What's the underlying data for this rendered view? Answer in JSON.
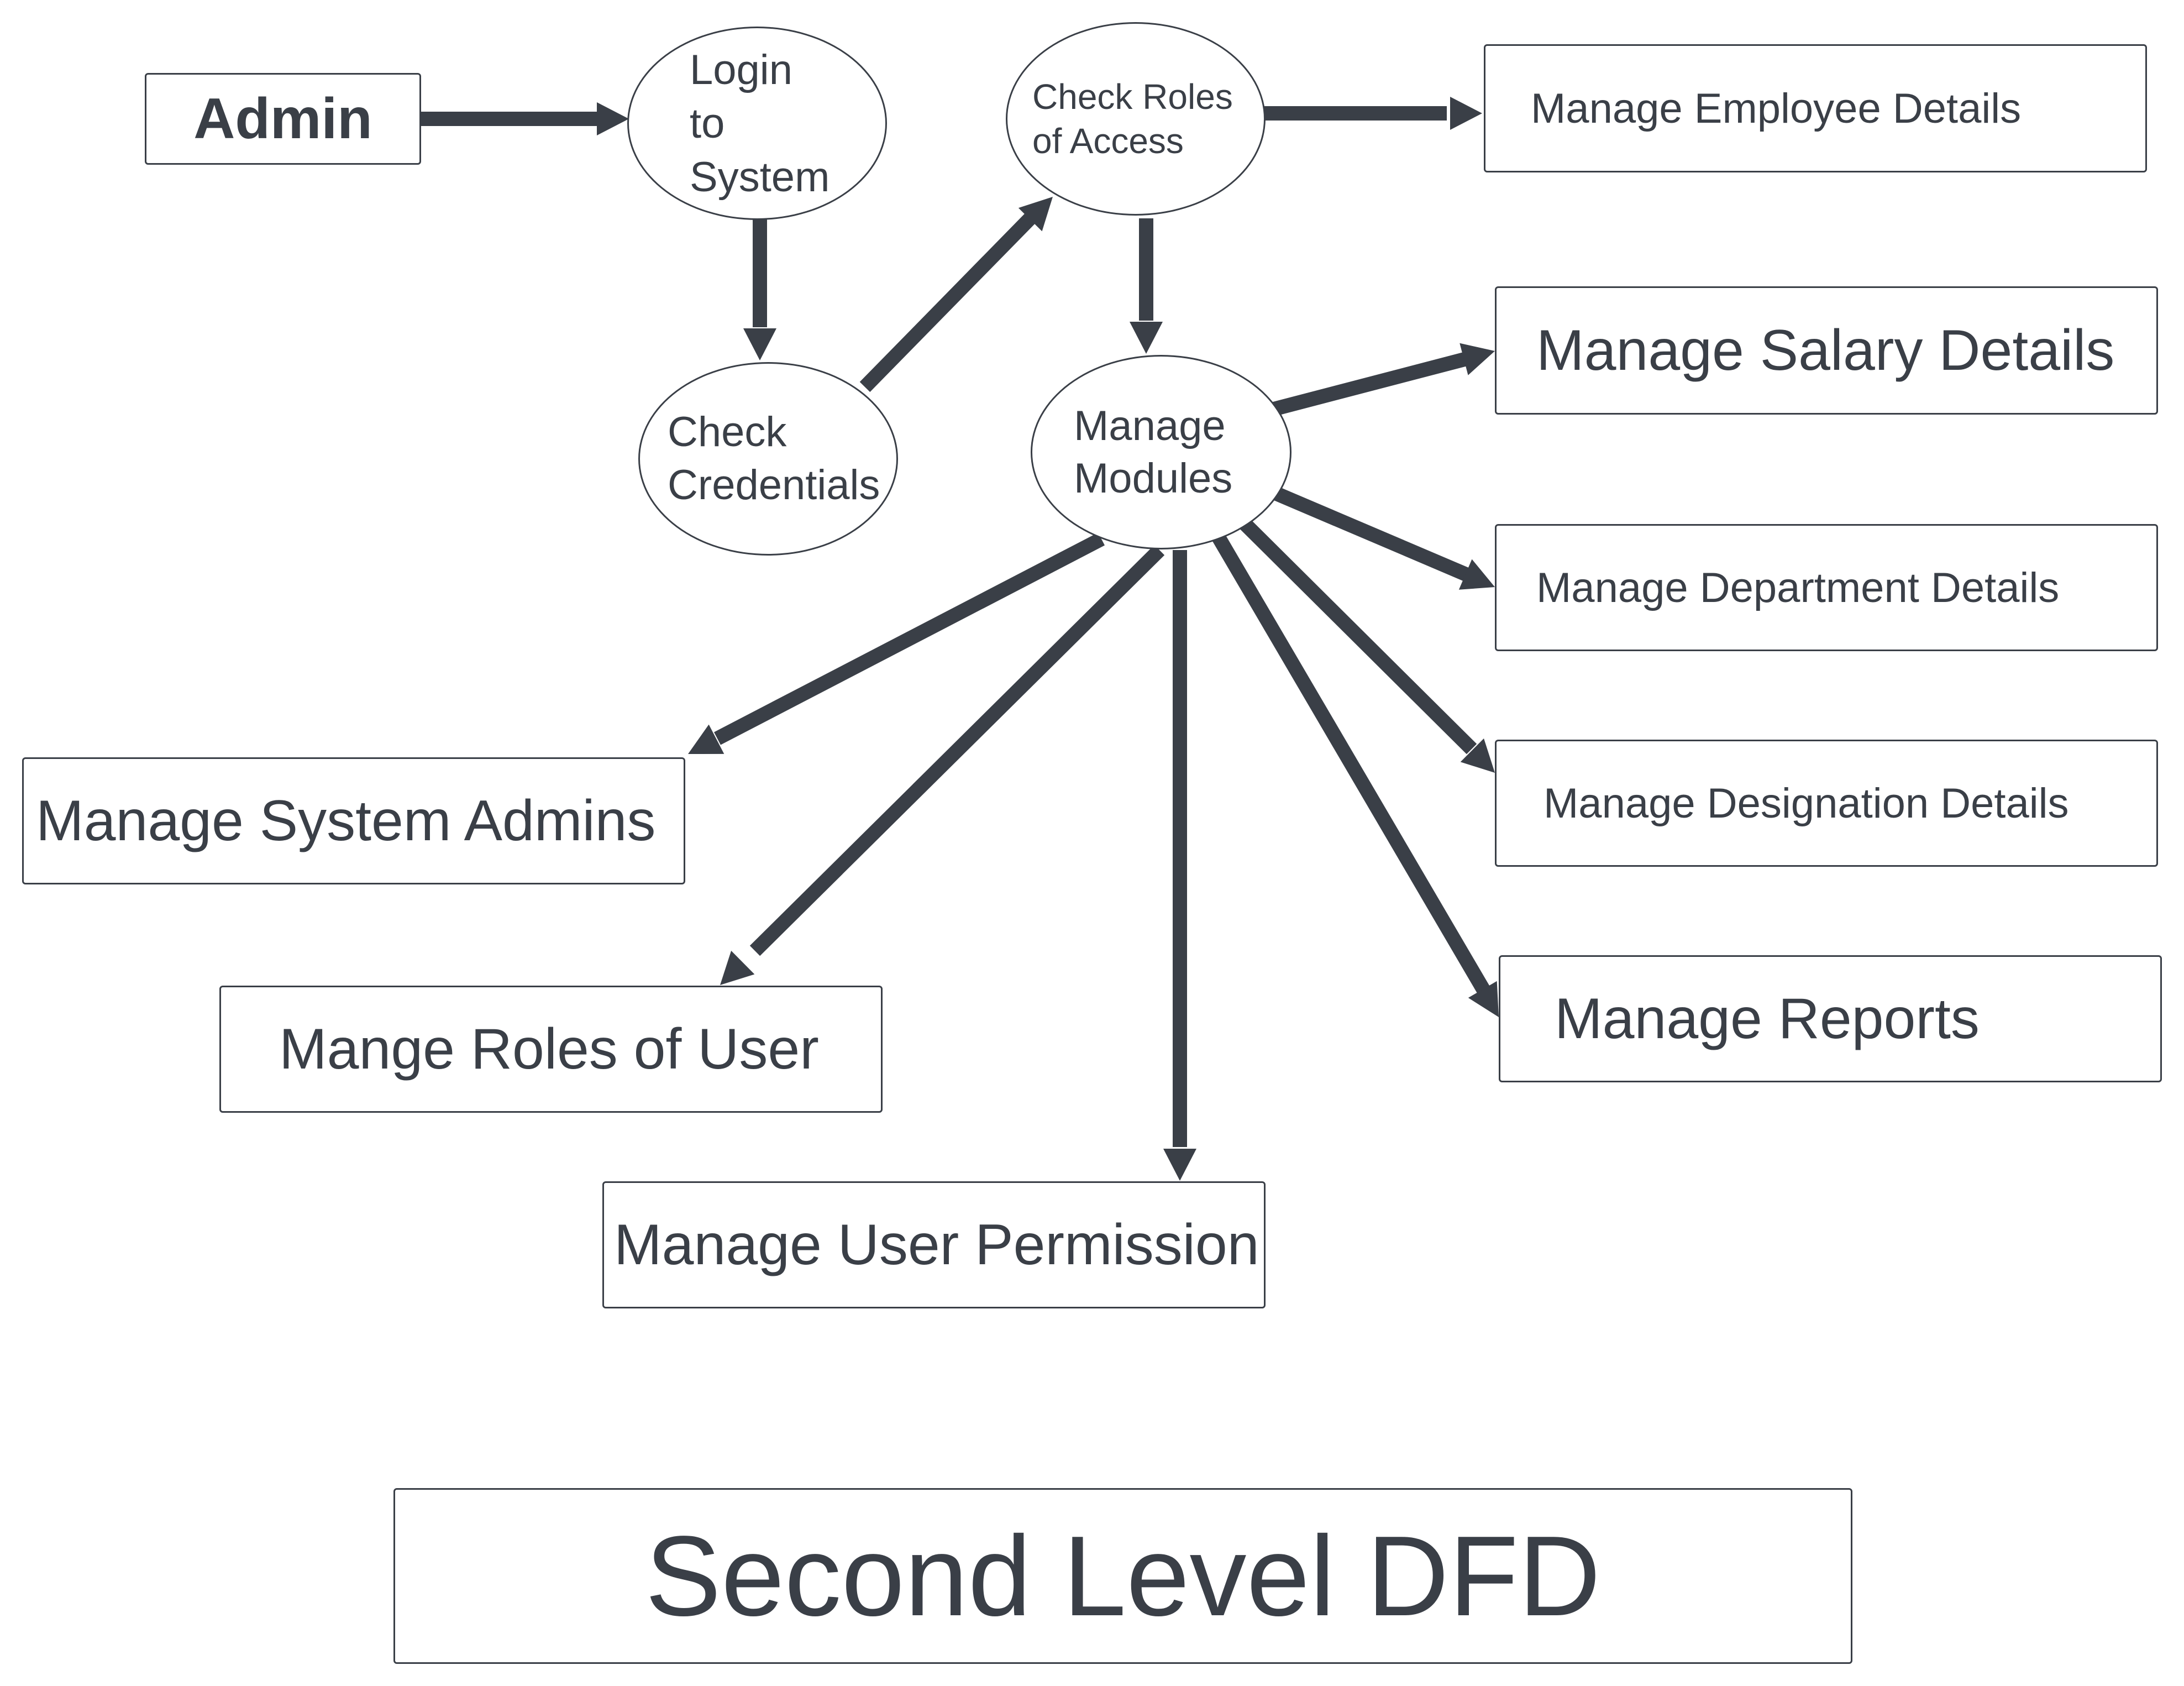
{
  "diagram": {
    "title": "Second Level DFD",
    "ink_color": "#3a3f47",
    "background_color": "#ffffff",
    "nodes": {
      "admin": "Admin",
      "login": "Login\nto\nSystem",
      "check_credentials": "Check\nCredentials",
      "check_roles": "Check Roles\nof Access",
      "manage_modules": "Manage\nModules",
      "manage_employee": "Manage Employee Details",
      "manage_salary": "Manage Salary Details",
      "manage_department": "Manage Department Details",
      "manage_designation": "Manage Designation Details",
      "manage_reports": "Manage Reports",
      "manage_system_admins": "Manage System Admins",
      "mange_roles": "Mange Roles of User",
      "manage_user_permission": "Manage User Permission"
    },
    "flows": [
      {
        "from": "admin",
        "to": "login"
      },
      {
        "from": "login",
        "to": "check_credentials"
      },
      {
        "from": "check_credentials",
        "to": "check_roles"
      },
      {
        "from": "check_roles",
        "to": "manage_employee"
      },
      {
        "from": "check_roles",
        "to": "manage_modules"
      },
      {
        "from": "manage_modules",
        "to": "manage_salary"
      },
      {
        "from": "manage_modules",
        "to": "manage_department"
      },
      {
        "from": "manage_modules",
        "to": "manage_designation"
      },
      {
        "from": "manage_modules",
        "to": "manage_reports"
      },
      {
        "from": "manage_modules",
        "to": "manage_system_admins"
      },
      {
        "from": "manage_modules",
        "to": "mange_roles"
      },
      {
        "from": "manage_modules",
        "to": "manage_user_permission"
      }
    ]
  }
}
